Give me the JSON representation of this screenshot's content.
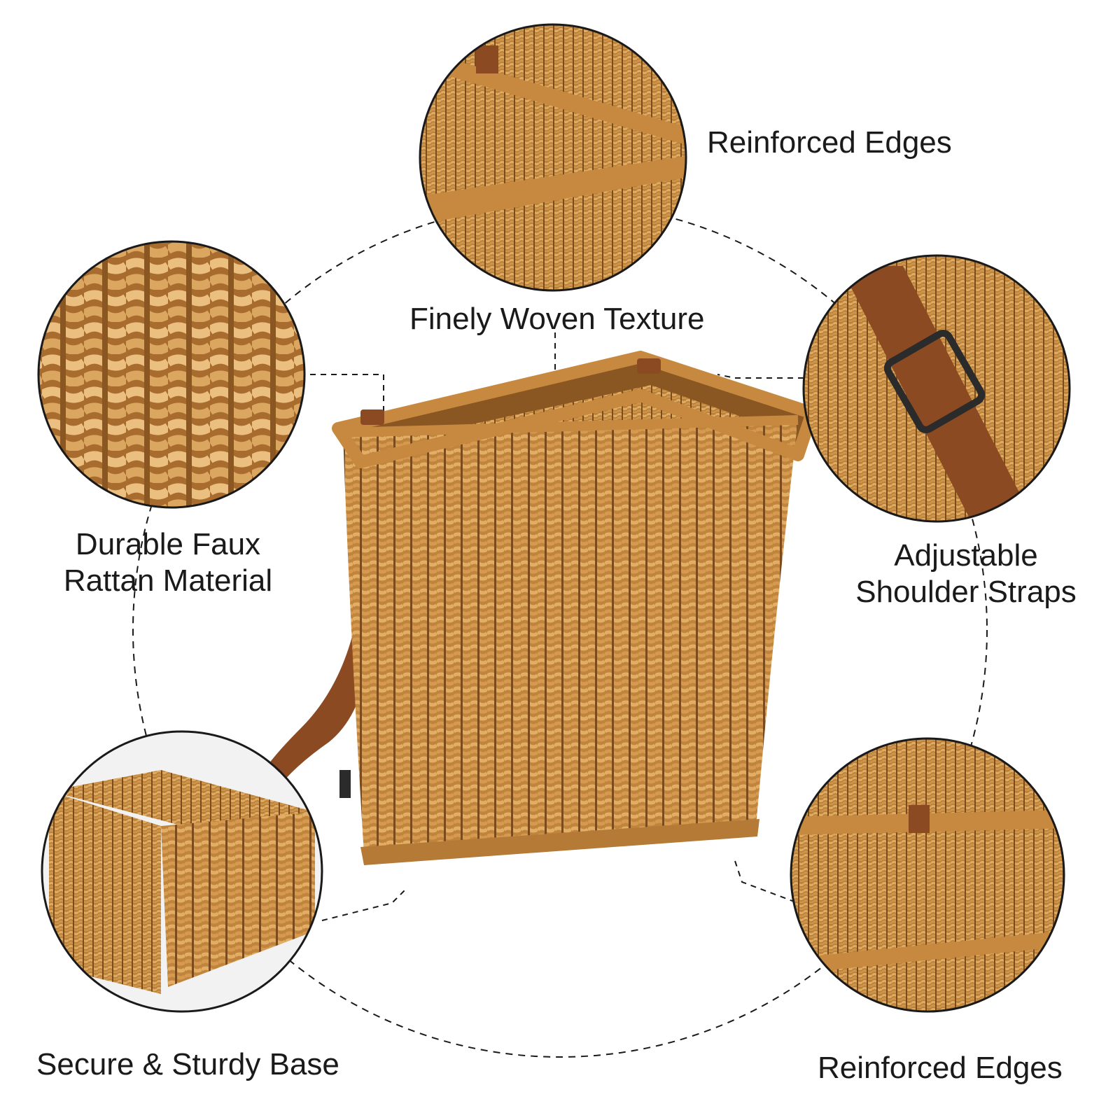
{
  "labels": {
    "top_right": "Reinforced Edges",
    "center_top": "Finely Woven Texture",
    "left_middle": [
      "Durable Faux",
      "Rattan Material"
    ],
    "right_middle": [
      "Adjustable",
      "Shoulder Straps"
    ],
    "bottom_left": "Secure & Sturdy Base",
    "bottom_right": "Reinforced Edges"
  },
  "colors": {
    "background": "#ffffff",
    "rattan_light": "#d9a35a",
    "rattan_mid": "#c1843d",
    "rattan_dark": "#8a5622",
    "strap": "#8b4a22",
    "buckle": "#2b2b2b",
    "outline": "#1a1a1a"
  }
}
